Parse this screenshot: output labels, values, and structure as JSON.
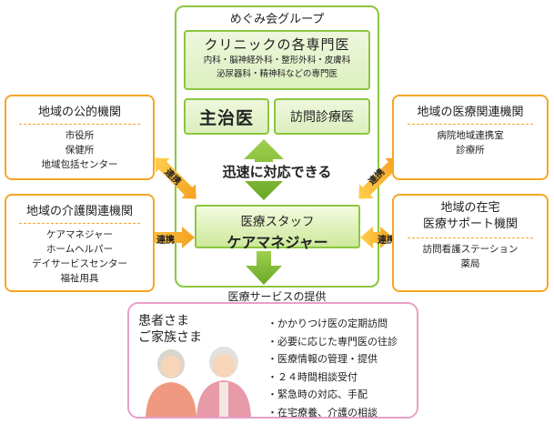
{
  "group": {
    "title": "めぐみ会グループ"
  },
  "clinic": {
    "title": "クリニックの各専門医",
    "line1": "内科・脳神経外科・整形外科・皮膚科",
    "line2": "泌尿器科・精神科などの専門医"
  },
  "doctors": {
    "primary": "主治医",
    "home_visit": "訪問診療医"
  },
  "center_text": "迅速に対応できる",
  "staff": {
    "line1": "医療スタッフ",
    "line2": "ケアマネジャー"
  },
  "service_label": "医療サービスの提供",
  "link_label": "連携",
  "left_top": {
    "title": "地域の公的機関",
    "items": [
      "市役所",
      "保健所",
      "地域包括センター"
    ]
  },
  "left_bottom": {
    "title": "地域の介護関連機関",
    "items": [
      "ケアマネジャー",
      "ホームヘルパー",
      "デイサービスセンター",
      "福祉用具"
    ]
  },
  "right_top": {
    "title": "地域の医療関連機関",
    "items": [
      "病院地域連携室",
      "診療所"
    ]
  },
  "right_bottom": {
    "title_line1": "地域の在宅",
    "title_line2": "医療サポート機関",
    "items": [
      "訪問看護ステーション",
      "薬局"
    ]
  },
  "patient": {
    "title_line1": "患者さま",
    "title_line2": "ご家族さま",
    "services": [
      "かかりつけ医の定期訪問",
      "必要に応じた専門医の往診",
      "医療情報の管理・提供",
      "２４時間相談受付",
      "緊急時の対応、手配",
      "在宅療養、介護の相談"
    ]
  },
  "colors": {
    "green": "#8cc63f",
    "orange": "#f5a623",
    "pink": "#e8a0c8"
  }
}
